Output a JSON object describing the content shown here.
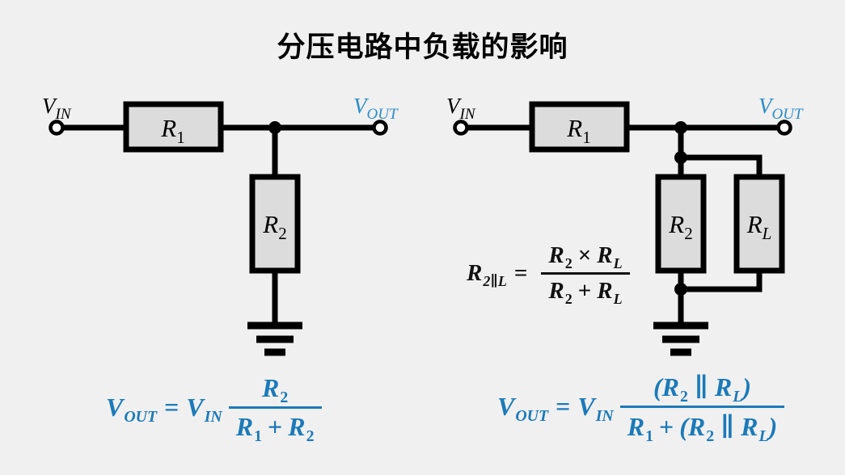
{
  "title": "分压电路中负载的影响",
  "colors": {
    "background": "#f0f0f0",
    "line": "#000000",
    "resistor_fill": "#dcdcdc",
    "vout_label_blue": "#2a8cc9",
    "formula_blue": "#1b7ab9"
  },
  "circuit_unloaded": {
    "vin": {
      "base": "V",
      "sub": "IN"
    },
    "vout": {
      "base": "V",
      "sub": "OUT"
    },
    "r1": {
      "base": "R",
      "sub": "1"
    },
    "r2": {
      "base": "R",
      "sub": "2"
    }
  },
  "circuit_loaded": {
    "vin": {
      "base": "V",
      "sub": "IN"
    },
    "vout": {
      "base": "V",
      "sub": "OUT"
    },
    "r1": {
      "base": "R",
      "sub": "1"
    },
    "r2": {
      "base": "R",
      "sub": "2"
    },
    "rl": {
      "base": "R",
      "sub": "L"
    }
  },
  "formula_parallel": {
    "lhs_base": "R",
    "lhs_sub": "2∥L",
    "equals": "=",
    "num_r2_base": "R",
    "num_r2_sub": "2",
    "times": "×",
    "num_rl_base": "R",
    "num_rl_sub": "L",
    "den_r2_base": "R",
    "den_r2_sub": "2",
    "plus": "+",
    "den_rl_base": "R",
    "den_rl_sub": "L"
  },
  "formula_unloaded": {
    "vout_base": "V",
    "vout_sub": "OUT",
    "equals": "=",
    "vin_base": "V",
    "vin_sub": "IN",
    "num_r2_base": "R",
    "num_r2_sub": "2",
    "den_r1_base": "R",
    "den_r1_sub": "1",
    "plus": "+",
    "den_r2_base": "R",
    "den_r2_sub": "2"
  },
  "formula_loaded": {
    "vout_base": "V",
    "vout_sub": "OUT",
    "equals": "=",
    "vin_base": "V",
    "vin_sub": "IN",
    "num_open": "(",
    "num_r2_base": "R",
    "num_r2_sub": "2",
    "num_parallel": "∥",
    "num_rl_base": "R",
    "num_rl_sub": "L",
    "num_close": ")",
    "den_r1_base": "R",
    "den_r1_sub": "1",
    "den_plus": "+",
    "den_open": "(",
    "den_r2_base": "R",
    "den_r2_sub": "2",
    "den_parallel": "∥",
    "den_rl_base": "R",
    "den_rl_sub": "L",
    "den_close": ")"
  }
}
